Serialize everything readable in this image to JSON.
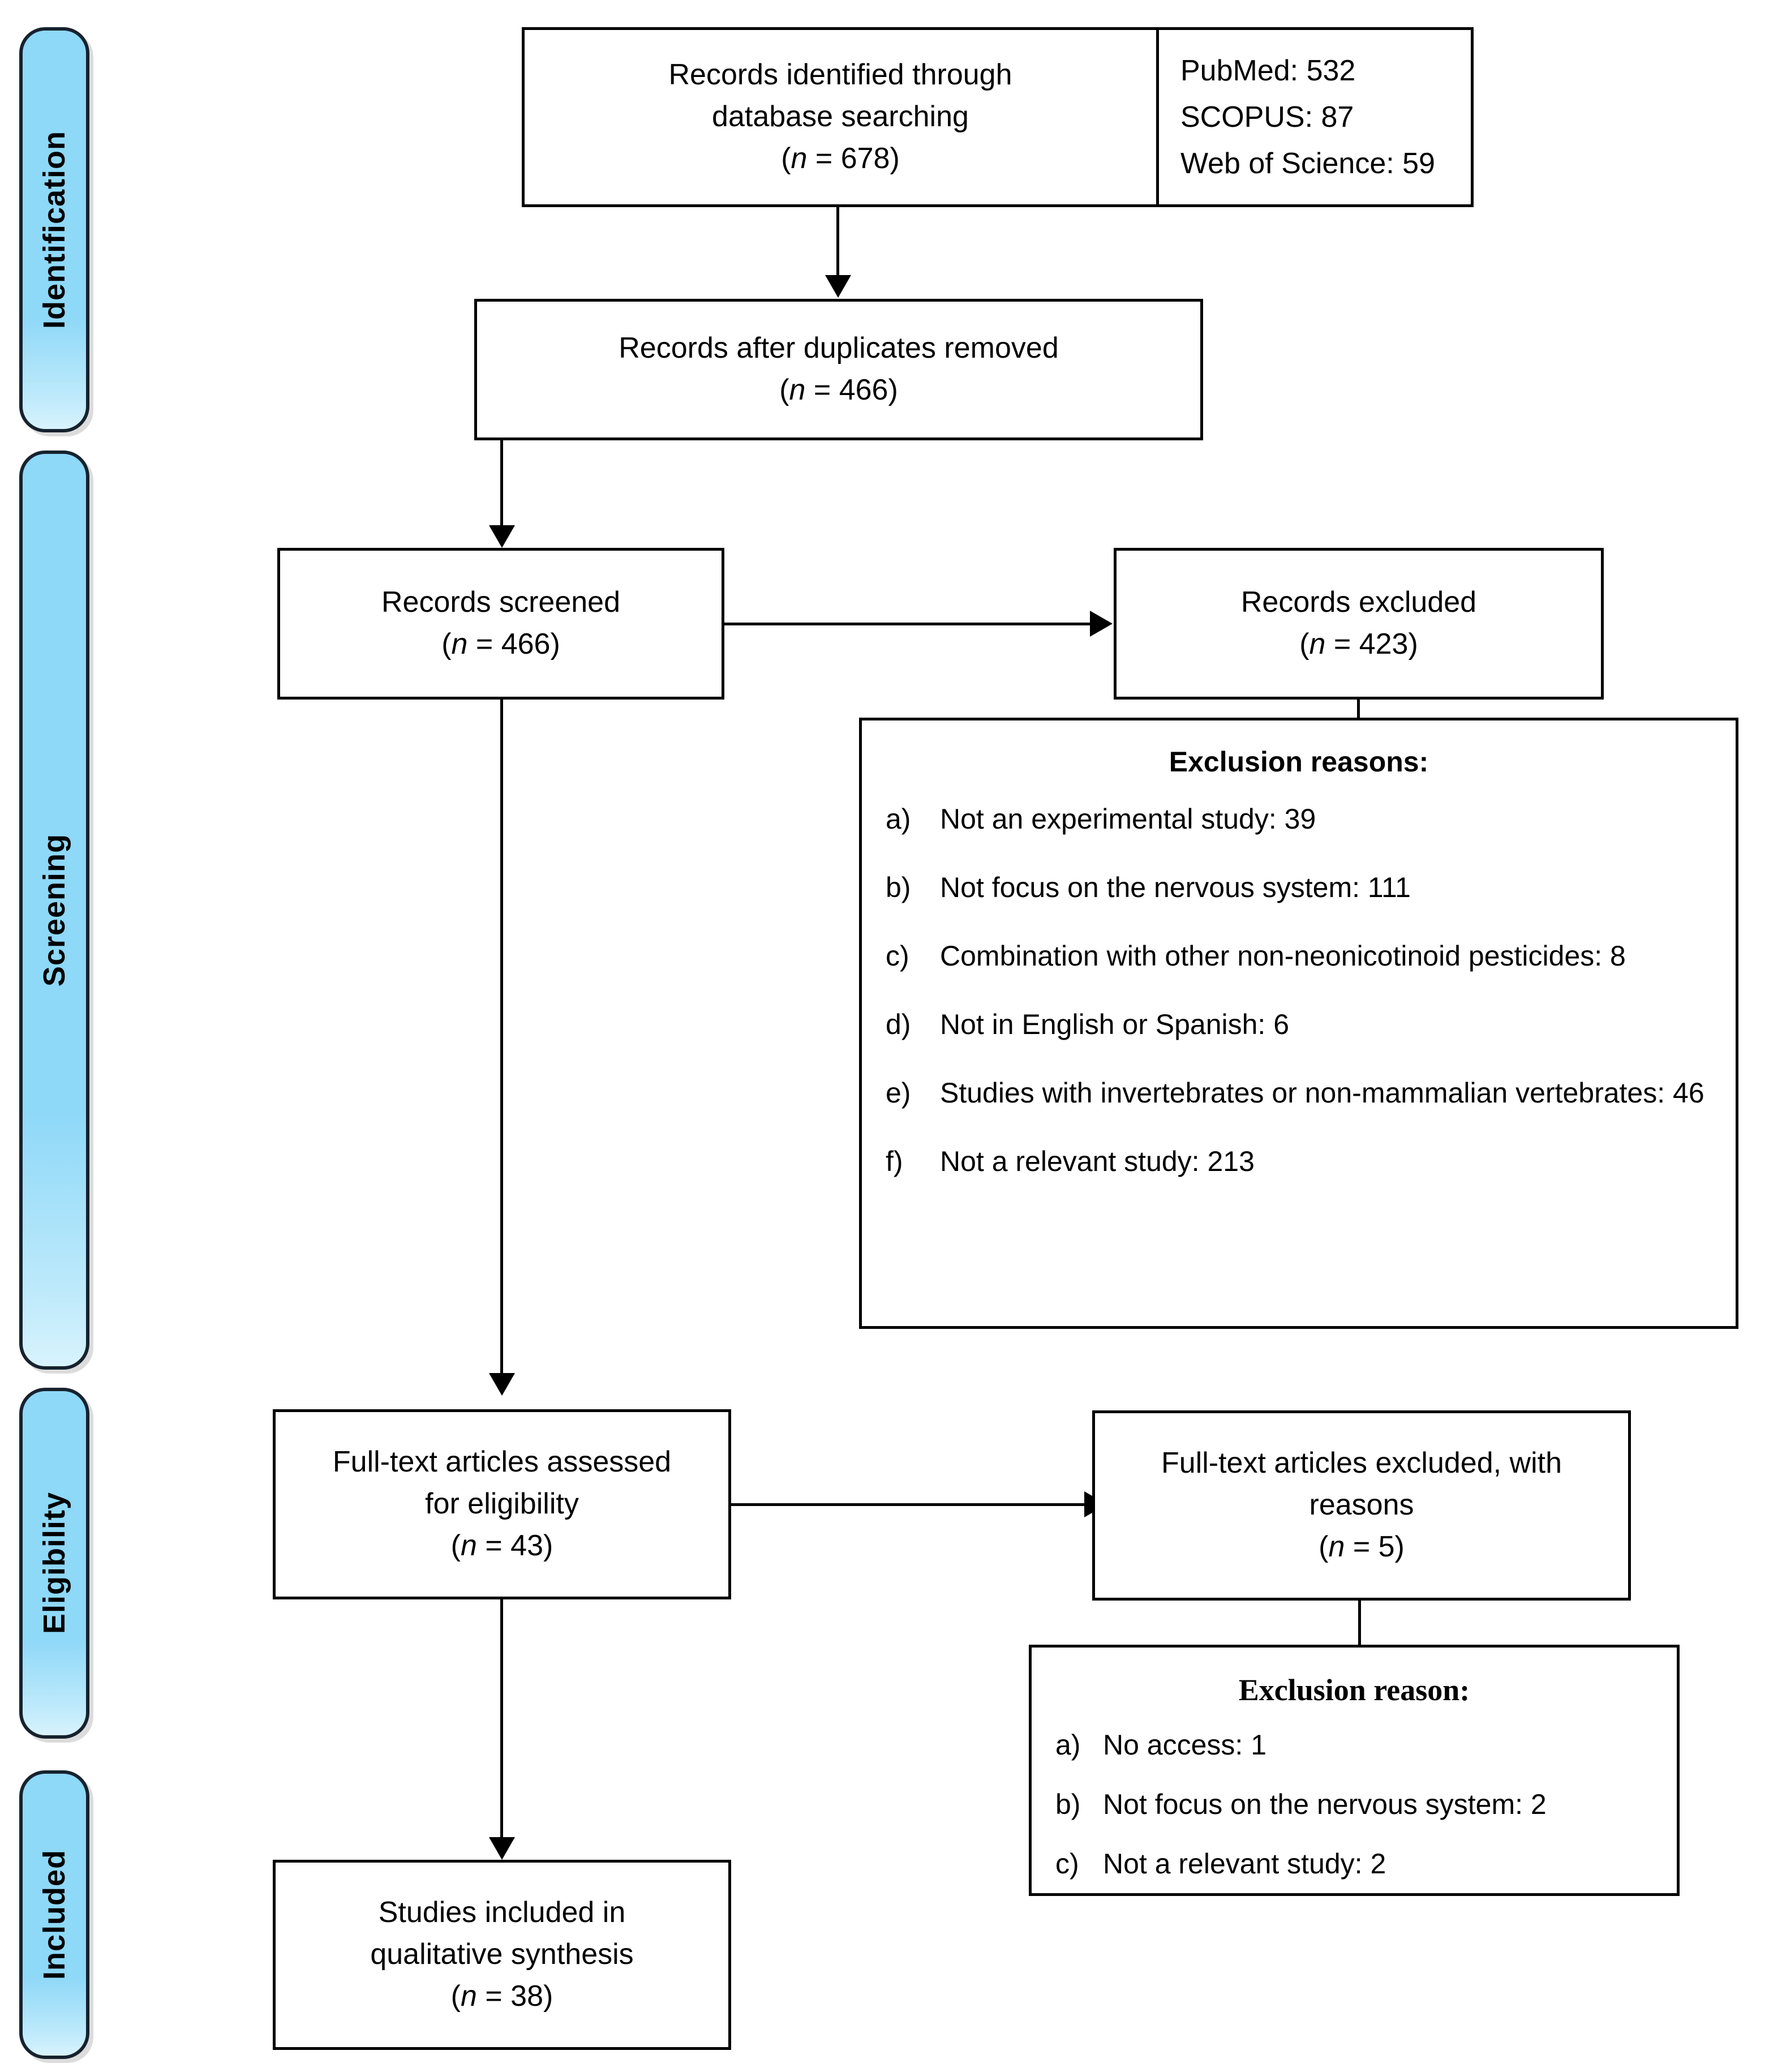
{
  "phases": [
    {
      "label": "Identification"
    },
    {
      "label": "Screening"
    },
    {
      "label": "Eligibility"
    },
    {
      "label": "Included"
    }
  ],
  "boxes": {
    "identified": {
      "line1": "Records identified through",
      "line2": "database searching",
      "count_prefix": "(",
      "count_n": "n",
      "count_value": " = 678)"
    },
    "sources": {
      "pubmed": "PubMed: 532",
      "scopus": "SCOPUS: 87",
      "wos": "Web of Science: 59"
    },
    "after_duplicates": {
      "line1": "Records after duplicates removed",
      "count_n": "n",
      "count_value": " = 466)",
      "count_prefix": "("
    },
    "screened": {
      "line1": "Records screened",
      "count_prefix": "(",
      "count_n": "n",
      "count_value": " = 466)"
    },
    "records_excluded": {
      "line1": "Records excluded",
      "count_prefix": "(",
      "count_n": "n",
      "count_value": " = 423)"
    },
    "fulltext_assessed": {
      "line1": "Full-text articles assessed",
      "line2": "for eligibility",
      "count_prefix": "(",
      "count_n": "n",
      "count_value": " = 43)"
    },
    "fulltext_excluded": {
      "line1": "Full-text articles excluded, with",
      "line2": "reasons",
      "count_prefix": "(",
      "count_n": "n",
      "count_value": " = 5)"
    },
    "included_studies": {
      "line1": "Studies included in",
      "line2": "qualitative synthesis",
      "count_prefix": "(",
      "count_n": "n",
      "count_value": " = 38)"
    }
  },
  "exclusion_reasons_1": {
    "title": "Exclusion reasons:",
    "items": [
      {
        "marker": "a)",
        "text": "Not an experimental study: 39"
      },
      {
        "marker": "b)",
        "text": "Not focus on the nervous system: 111"
      },
      {
        "marker": "c)",
        "text": "Combination with other non-neonicotinoid pesticides: 8"
      },
      {
        "marker": "d)",
        "text": "Not in English or Spanish: 6"
      },
      {
        "marker": "e)",
        "text": "Studies with invertebrates or non-mammalian vertebrates: 46"
      },
      {
        "marker": "f)",
        "text": "Not a relevant study: 213"
      }
    ]
  },
  "exclusion_reasons_2": {
    "title": "Exclusion reason:",
    "items": [
      {
        "marker": "a)",
        "text": "No access: 1"
      },
      {
        "marker": "b)",
        "text": "Not focus on the nervous system: 2"
      },
      {
        "marker": "c)",
        "text": "Not a relevant study: 2"
      }
    ]
  },
  "colors": {
    "phase_fill": "#8ED8F8",
    "phase_border": "#16222e",
    "box_border": "#000000",
    "text": "#000000",
    "background": "#ffffff"
  }
}
